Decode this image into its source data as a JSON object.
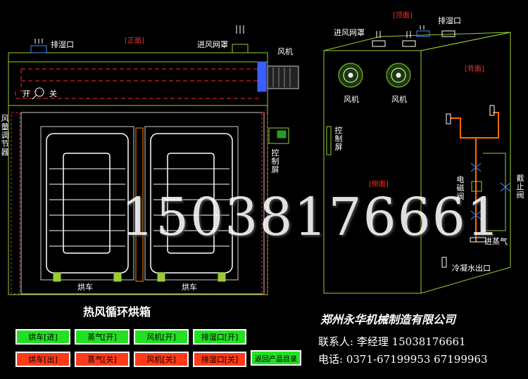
{
  "front": {
    "view_label": "[正面]",
    "exhaust_label": "排湿口",
    "intake_label": "进风网罩",
    "fan_label": "风机",
    "switch_on": "开",
    "switch_off": "关",
    "damper_label": "风量调节器",
    "control_screen_label": "控制屏",
    "cart_label_1": "烘车",
    "cart_label_2": "烘车"
  },
  "side": {
    "top_view_label": "[顶面]",
    "back_view_label": "[背面]",
    "side_view_label": "[侧面]",
    "intake_label": "进风网罩",
    "exhaust_label": "排湿口",
    "fan_label_1": "风机",
    "fan_label_2": "风机",
    "control_screen_label": "控制屏",
    "solenoid_label": "电磁阀",
    "shutoff_label": "截止阀",
    "steam_in_label": "进蒸气",
    "condensate_label": "冷凝水出口"
  },
  "title": "热风循环烘箱",
  "watermark_phone": "15038176661",
  "buttons": {
    "cart_in": "烘车[进]",
    "steam_on": "蒸气[开]",
    "fan_on": "风机[开]",
    "exhaust_on": "排湿口[开]",
    "cart_out": "烘车[出]",
    "steam_off": "蒸气[关]",
    "fan_off": "风机[关]",
    "exhaust_off": "排湿口[关]",
    "catalog": "返回产品目录"
  },
  "company": {
    "name": "郑州永华机械制造有限公司",
    "contact": "联系人: 李经理 15038176661",
    "phone": "电话: 0371-67199953 67199963"
  },
  "colors": {
    "outline": "#9acd32",
    "airflow": "#ff2a2a",
    "button_green": "#22e022",
    "button_red": "#ff3a1a",
    "motor": "#3a5fff"
  }
}
